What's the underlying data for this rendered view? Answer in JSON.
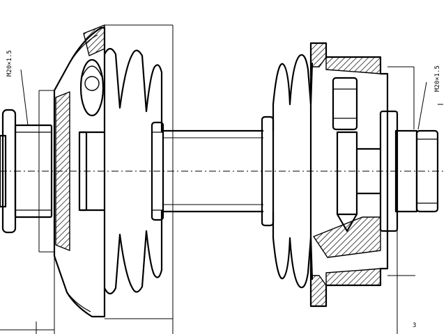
{
  "diagram": {
    "left_thread_label": "M20×1.5",
    "right_thread_label": "M20×1.5",
    "bottom_mark_right": "3"
  }
}
